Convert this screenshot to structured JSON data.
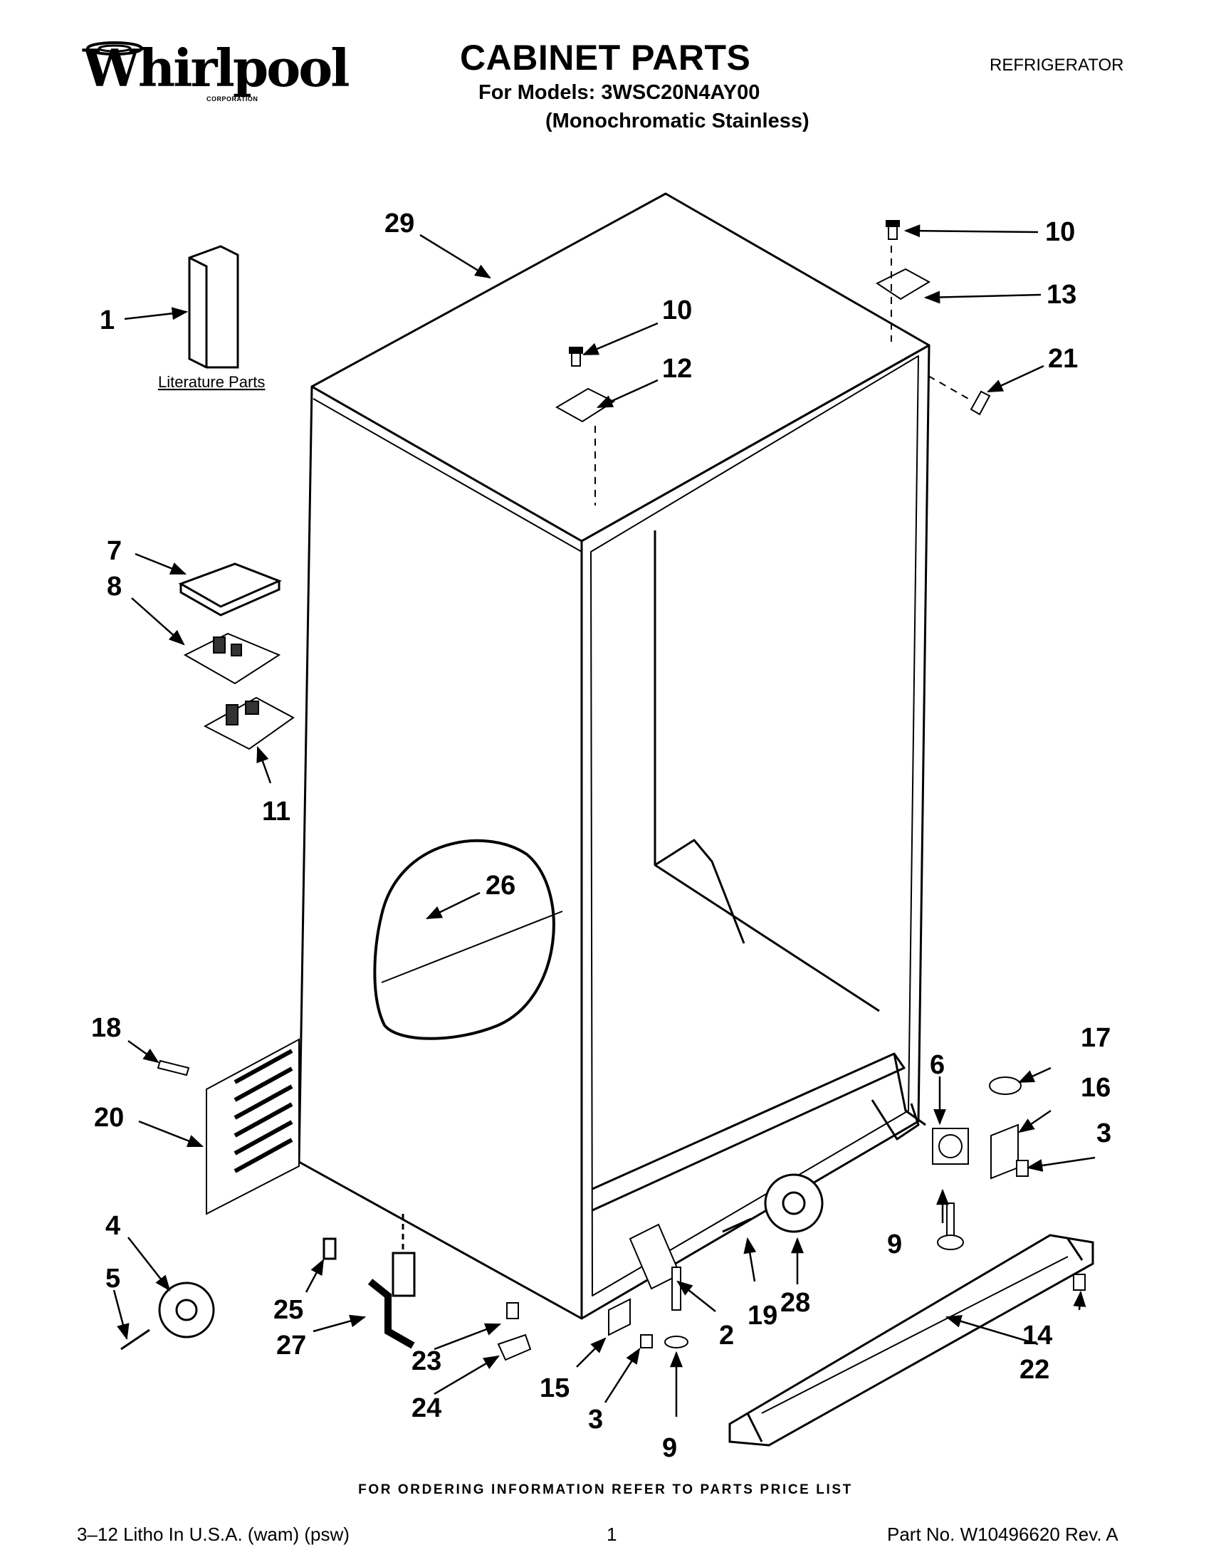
{
  "header": {
    "brand": "Whirlpool",
    "brand_sub": "CORPORATION",
    "title": "CABINET PARTS",
    "models_line": "For Models: 3WSC20N4AY00",
    "variant_line": "(Monochromatic Stainless)",
    "category": "REFRIGERATOR"
  },
  "diagram": {
    "literature_label": "Literature Parts",
    "callouts": {
      "c1": "1",
      "c2": "2",
      "c3a": "3",
      "c3b": "3",
      "c4": "4",
      "c5": "5",
      "c6": "6",
      "c7": "7",
      "c8": "8",
      "c9a": "9",
      "c9b": "9",
      "c10a": "10",
      "c10b": "10",
      "c11": "11",
      "c12": "12",
      "c13": "13",
      "c14": "14",
      "c15": "15",
      "c16": "16",
      "c17": "17",
      "c18": "18",
      "c19": "19",
      "c20": "20",
      "c21": "21",
      "c22": "22",
      "c23": "23",
      "c24": "24",
      "c25": "25",
      "c26": "26",
      "c27": "27",
      "c28": "28",
      "c29": "29"
    }
  },
  "footer": {
    "ordering_note": "FOR ORDERING INFORMATION REFER TO PARTS PRICE LIST",
    "litho": "3–12 Litho In U.S.A. (wam) (psw)",
    "page_number": "1",
    "part_number": "Part No. W10496620 Rev. A"
  }
}
